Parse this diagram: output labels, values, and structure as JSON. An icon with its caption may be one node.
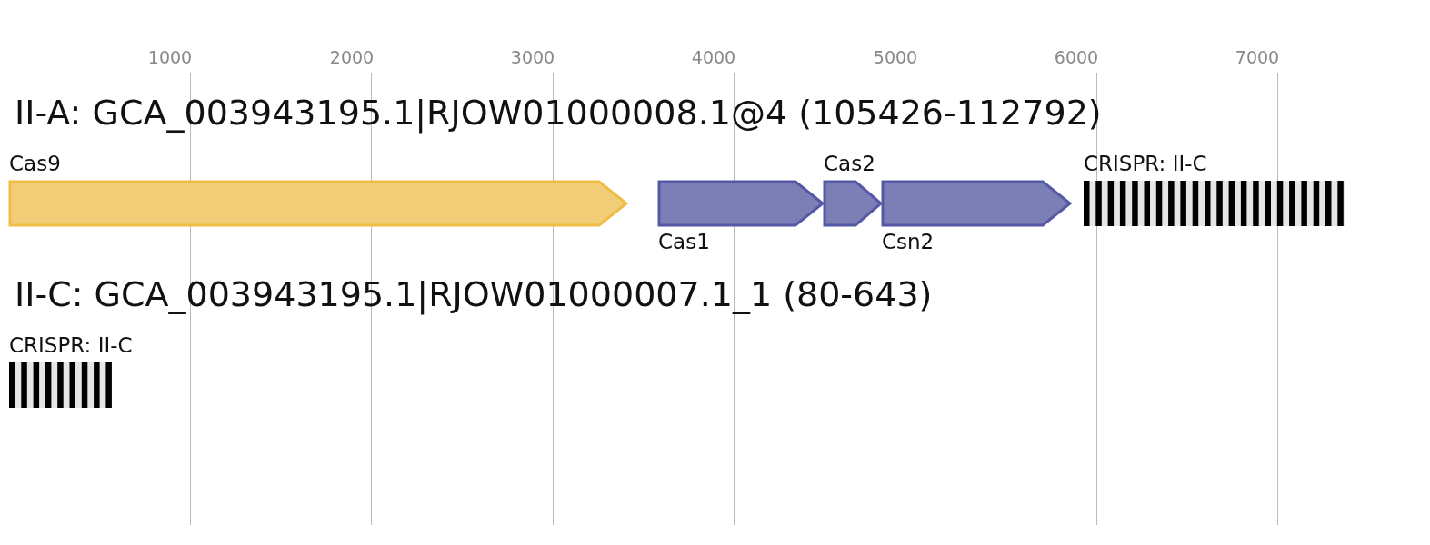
{
  "diagram": {
    "nodes": [
      {
        "text": [
          "Cas9"
        ]
      },
      {
        "text": [
          "Cas1"
        ]
      },
      {
        "text": [
          "Cas2"
        ]
      },
      {
        "text": [
          "Csn2"
        ]
      },
      {
        "text": [
          "CRISPR: II-C"
        ]
      },
      {
        "text": [
          "CRISPR: II-C"
        ]
      }
    ],
    "labels": [
      "1000",
      "2000",
      "3000",
      "4000",
      "5000",
      "6000",
      "7000",
      "II-A: GCA_003943195.1|RJOW01000008.1@4 (105426-112792)",
      "II-C: GCA_003943195.1|RJOW01000007.1_1 (80-643)"
    ]
  }
}
